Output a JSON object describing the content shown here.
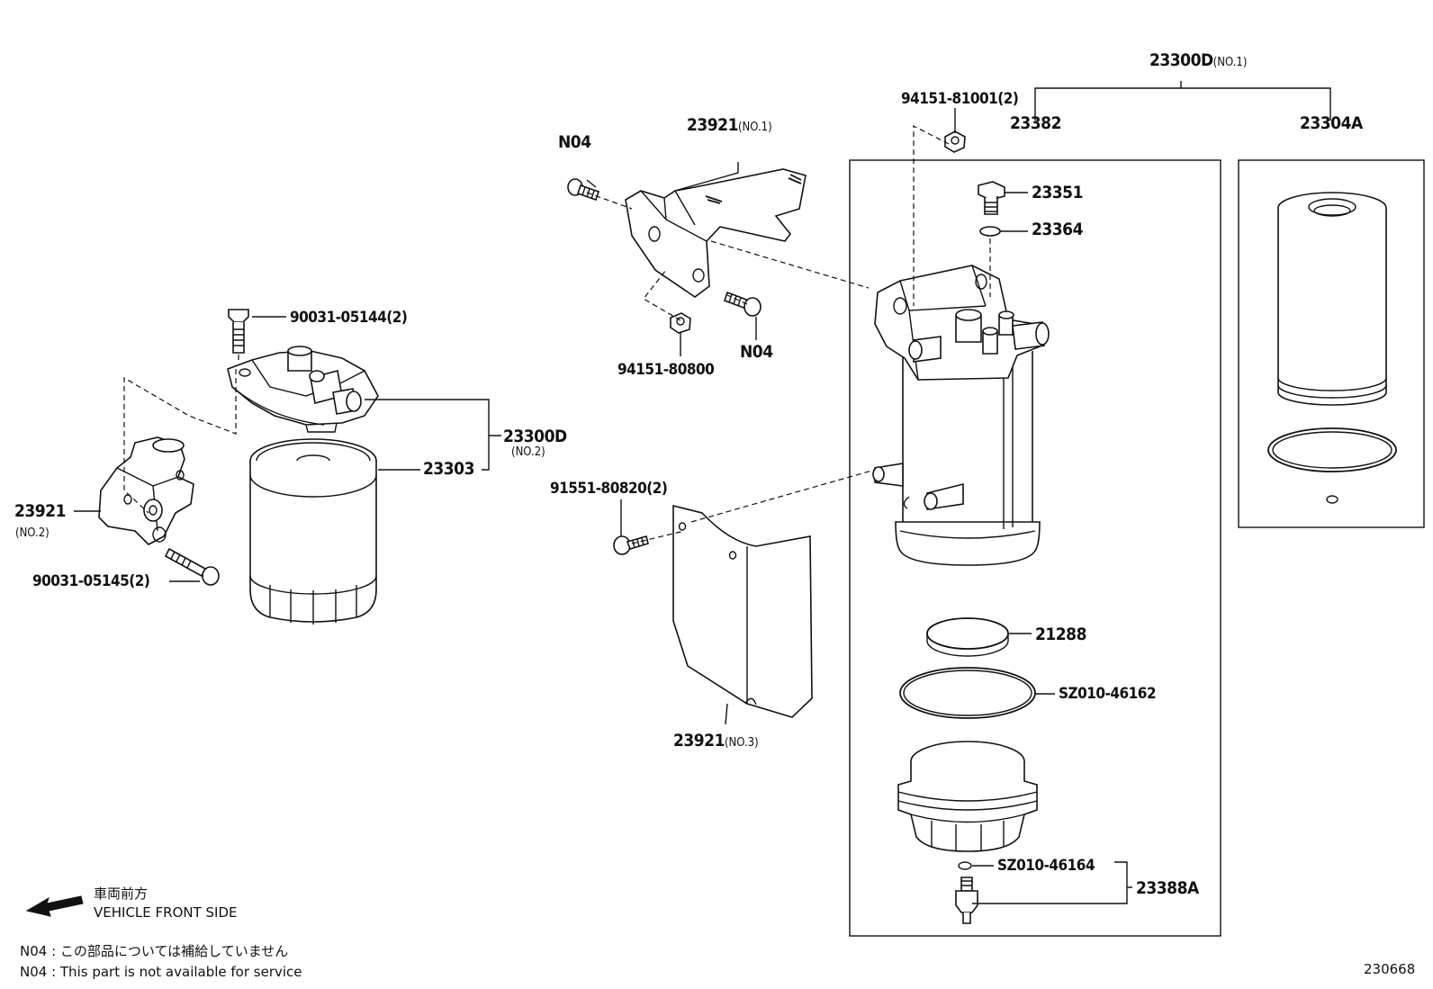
{
  "labels": {
    "p23300D_no1": "23300D",
    "p23300D_no1_sub": "(NO.1)",
    "p94151_81001": "94151-81001(2)",
    "p23382": "23382",
    "p23304A": "23304A",
    "p23921_no1": "23921",
    "p23921_no1_sub": "(NO.1)",
    "n04_top": "N04",
    "p23351": "23351",
    "p23364": "23364",
    "p90031_05144": "90031-05144(2)",
    "p94151_80800": "94151-80800",
    "n04_mid": "N04",
    "p23300D_no2": "23300D",
    "p23300D_no2_sub": "(NO.2)",
    "p23303": "23303",
    "p91551_80820": "91551-80820(2)",
    "p23921_no2": "23921",
    "p23921_no2_sub": "(NO.2)",
    "p90031_05145": "90031-05145(2)",
    "p21288": "21288",
    "pSZ010_46162": "SZ010-46162",
    "p23921_no3": "23921",
    "p23921_no3_sub": "(NO.3)",
    "pSZ010_46164": "SZ010-46164",
    "p23388A": "23388A"
  },
  "direction": {
    "jp": "車両前方",
    "en": "VEHICLE FRONT SIDE",
    "icon": "arrow-left-icon"
  },
  "notes": {
    "jp": "N04 : この部品については補給していません",
    "en": "N04 : This part is not available for service"
  },
  "figure_number": "230668"
}
